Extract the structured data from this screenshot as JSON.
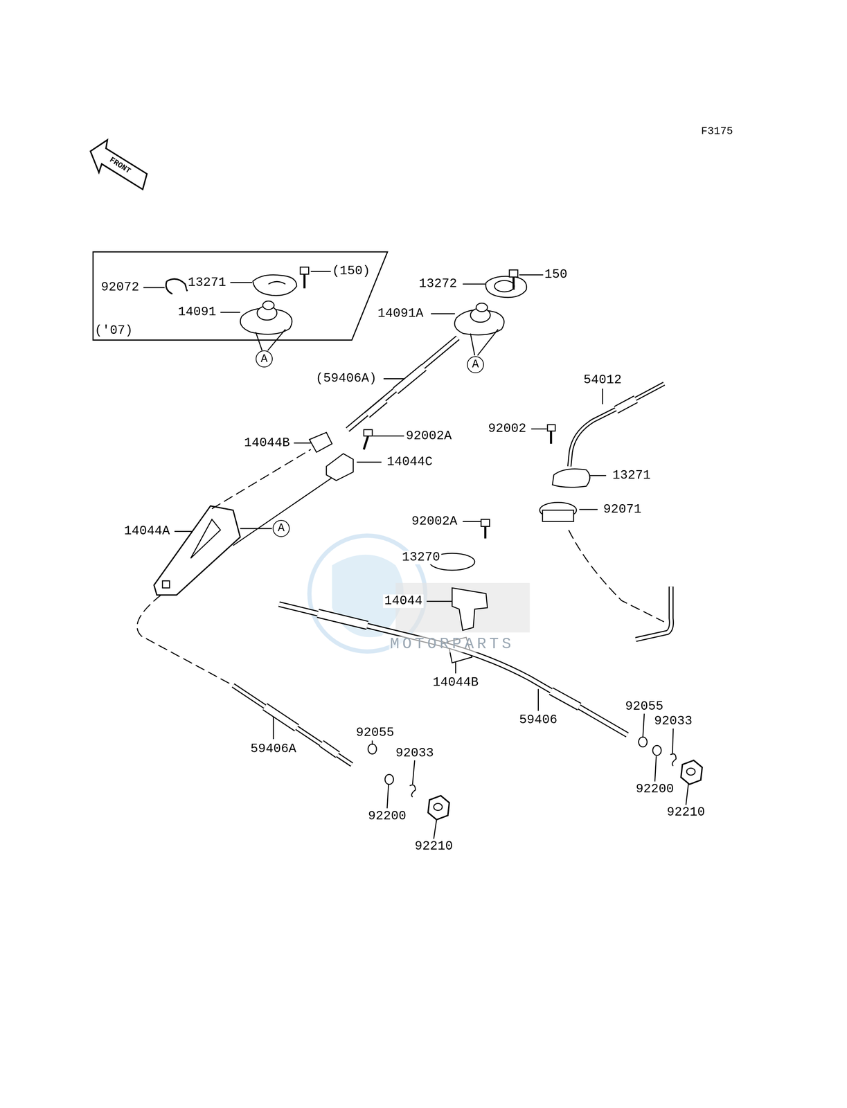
{
  "diagram": {
    "nodes": [
      {
        "text": [
          "('07)"
        ]
      },
      {
        "text": [
          "A"
        ]
      },
      {
        "text": [
          "A"
        ]
      },
      {
        "text": [
          "A"
        ]
      }
    ],
    "labels": [
      "F3175",
      "FRONT",
      "92072",
      "13271",
      "(150)",
      "14091",
      "13272",
      "150",
      "14091A",
      "(59406A)",
      "54012",
      "92002",
      "14044B",
      "92002A",
      "14044C",
      "13271",
      "92071",
      "14044A",
      "92002A",
      "13270",
      "14044",
      "14044B",
      "59406",
      "92055",
      "92033",
      "59406A",
      "92055",
      "92033",
      "92200",
      "92210",
      "92200",
      "92210",
      "MOTORPARTS"
    ]
  }
}
